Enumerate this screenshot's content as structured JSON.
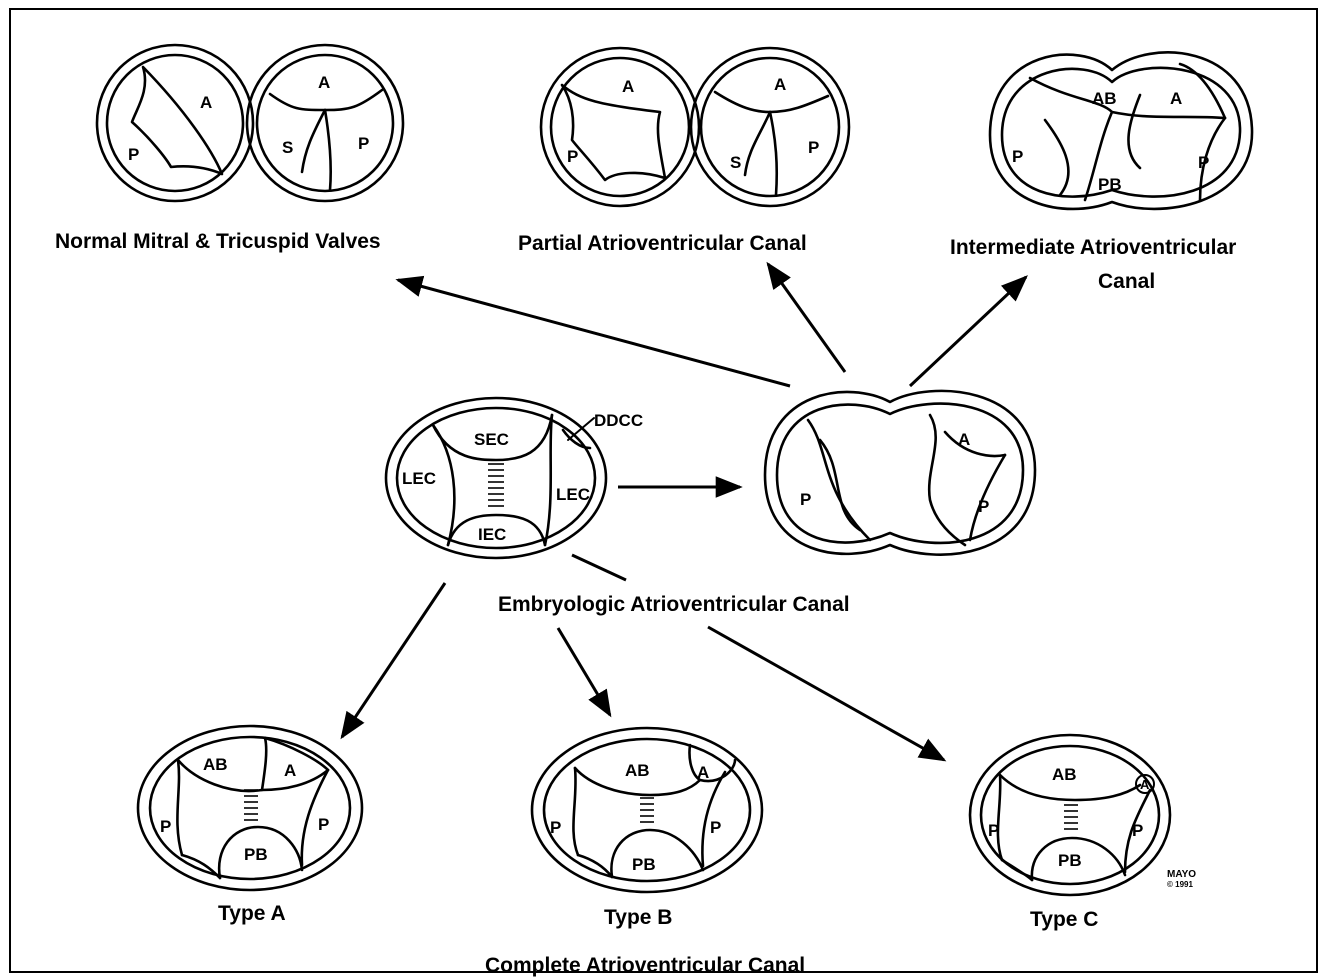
{
  "captions": {
    "normal": "Normal Mitral & Tricuspid Valves",
    "partial": "Partial Atrioventricular Canal",
    "intermediate_1": "Intermediate Atrioventricular",
    "intermediate_2": "Canal",
    "embryologic": "Embryologic Atrioventricular Canal",
    "type_a": "Type A",
    "type_b": "Type B",
    "type_c": "Type C",
    "complete": "Complete Atrioventricular Canal"
  },
  "leaflets": {
    "anterior": "A",
    "posterior": "P",
    "septal": "S",
    "anterior_bridging": "AB",
    "posterior_bridging": "PB",
    "superior_endocardial_cushion": "SEC",
    "inferior_endocardial_cushion": "IEC",
    "lateral_endocardial_cushion": "LEC",
    "ddcc": "DDCC"
  },
  "credit": {
    "line1": "MAYO",
    "line2": "© 1991"
  }
}
